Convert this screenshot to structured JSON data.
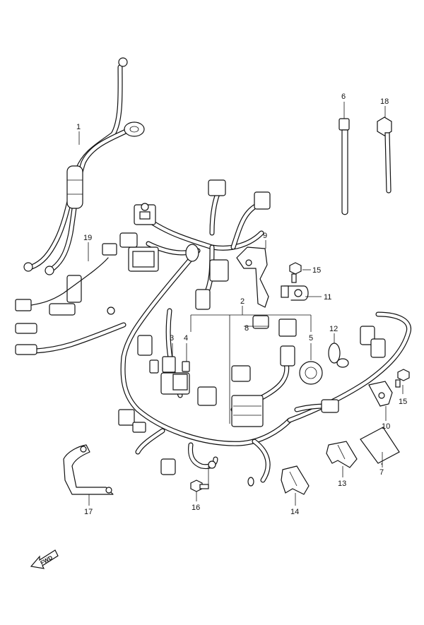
{
  "diagram": {
    "callouts": [
      {
        "id": "c1",
        "label": "1"
      },
      {
        "id": "c2",
        "label": "2"
      },
      {
        "id": "c3",
        "label": "3"
      },
      {
        "id": "c4",
        "label": "4"
      },
      {
        "id": "c5",
        "label": "5"
      },
      {
        "id": "c6",
        "label": "6"
      },
      {
        "id": "c7",
        "label": "7"
      },
      {
        "id": "c8",
        "label": "8"
      },
      {
        "id": "c9",
        "label": "9"
      },
      {
        "id": "c10",
        "label": "10"
      },
      {
        "id": "c11",
        "label": "11"
      },
      {
        "id": "c12",
        "label": "12"
      },
      {
        "id": "c13",
        "label": "13"
      },
      {
        "id": "c14",
        "label": "14"
      },
      {
        "id": "c15a",
        "label": "15"
      },
      {
        "id": "c15b",
        "label": "15"
      },
      {
        "id": "c16",
        "label": "16"
      },
      {
        "id": "c17",
        "label": "17"
      },
      {
        "id": "c18",
        "label": "18"
      },
      {
        "id": "c19",
        "label": "19"
      }
    ],
    "direction_marker": "FWD"
  }
}
